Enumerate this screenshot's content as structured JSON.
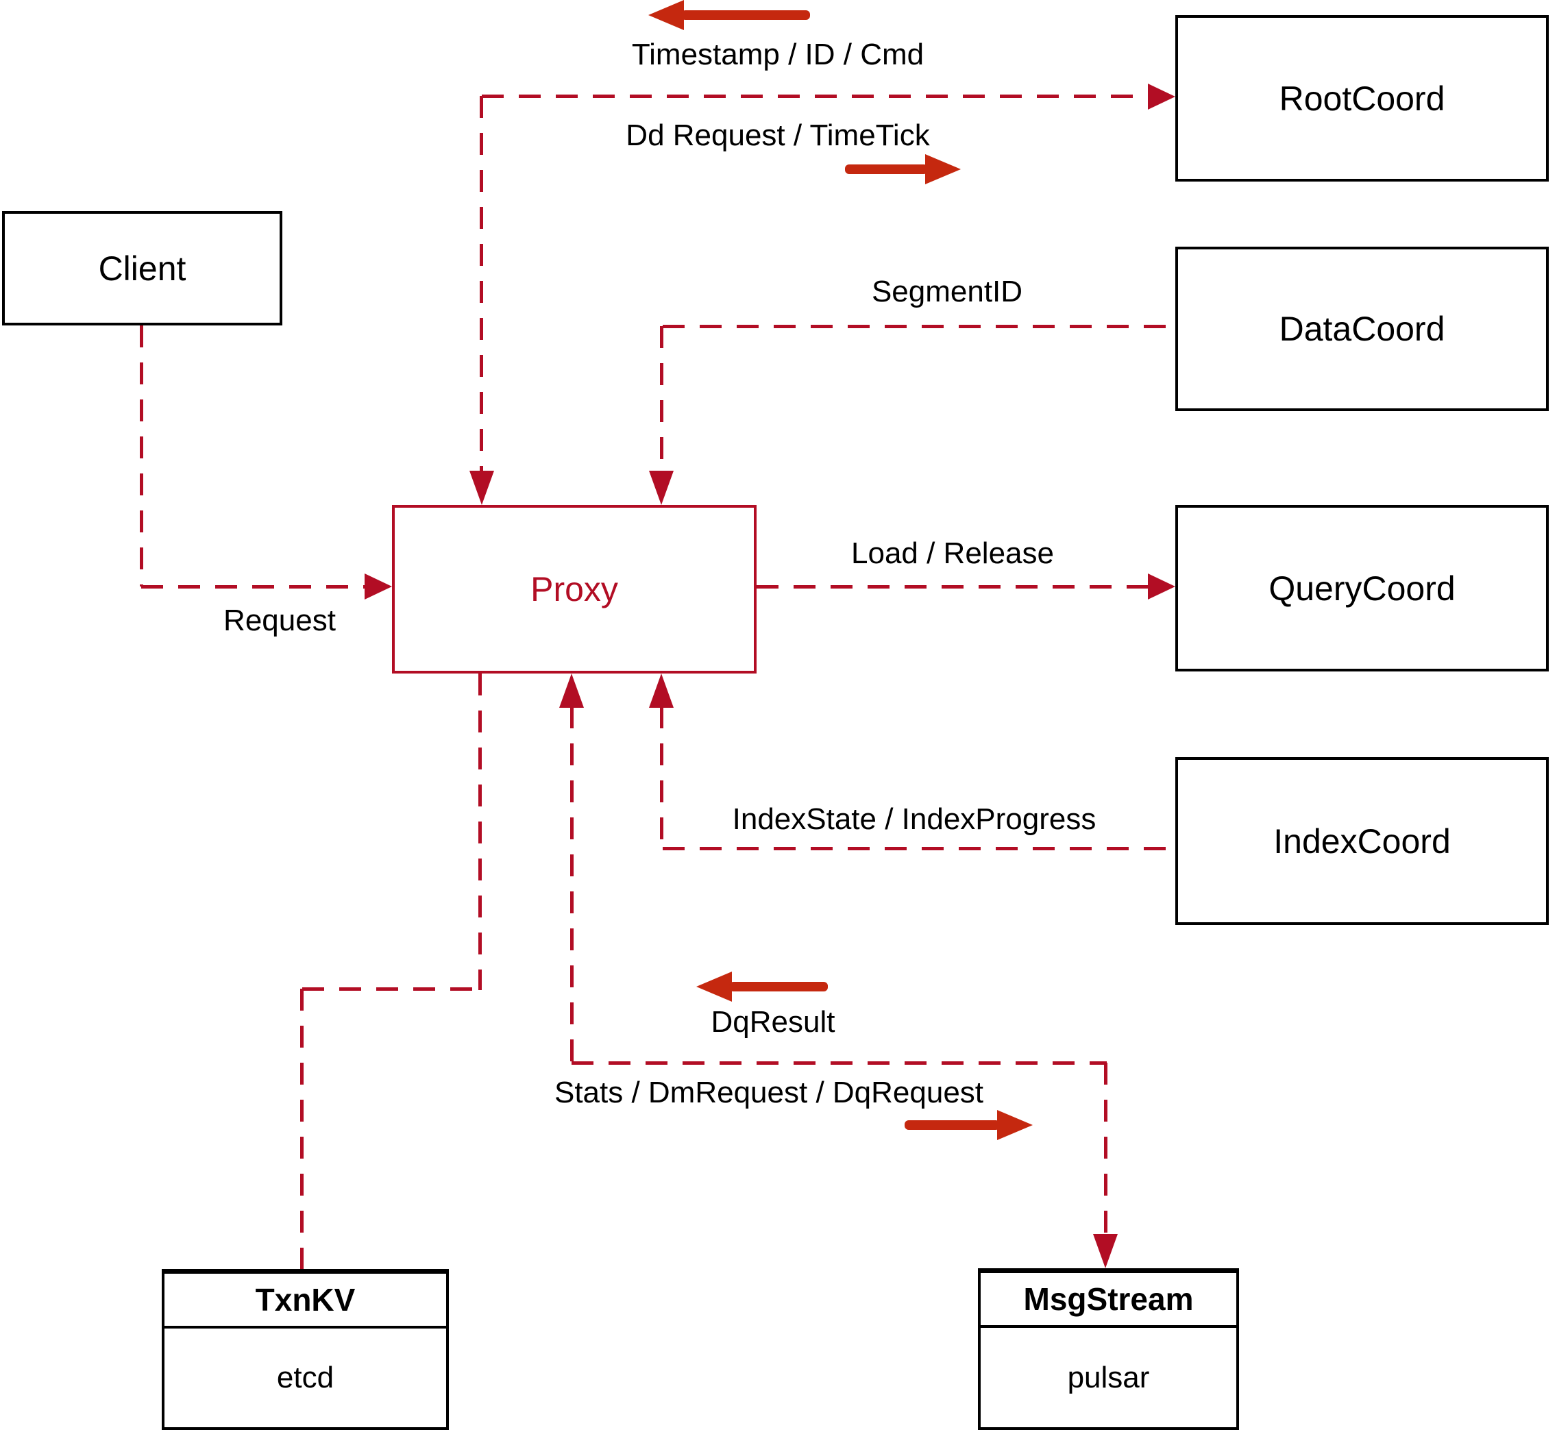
{
  "nodes": {
    "client": {
      "label": "Client"
    },
    "proxy": {
      "label": "Proxy"
    },
    "root_coord": {
      "label": "RootCoord"
    },
    "data_coord": {
      "label": "DataCoord"
    },
    "query_coord": {
      "label": "QueryCoord"
    },
    "index_coord": {
      "label": "IndexCoord"
    },
    "txn_kv": {
      "title": "TxnKV",
      "subtitle": "etcd"
    },
    "msg_stream": {
      "title": "MsgStream",
      "subtitle": "pulsar"
    }
  },
  "labels": {
    "timestamp_id_cmd": "Timestamp / ID / Cmd",
    "dd_request_timetick": "Dd Request / TimeTick",
    "segment_id": "SegmentID",
    "request": "Request",
    "load_release": "Load / Release",
    "index_state": "IndexState / IndexProgress",
    "dq_result": "DqResult",
    "stats_dm_dq": "Stats / DmRequest / DqRequest"
  },
  "colors": {
    "line-red": "#b20d24",
    "arrow-red": "#c5280f",
    "border-black": "#000000"
  }
}
